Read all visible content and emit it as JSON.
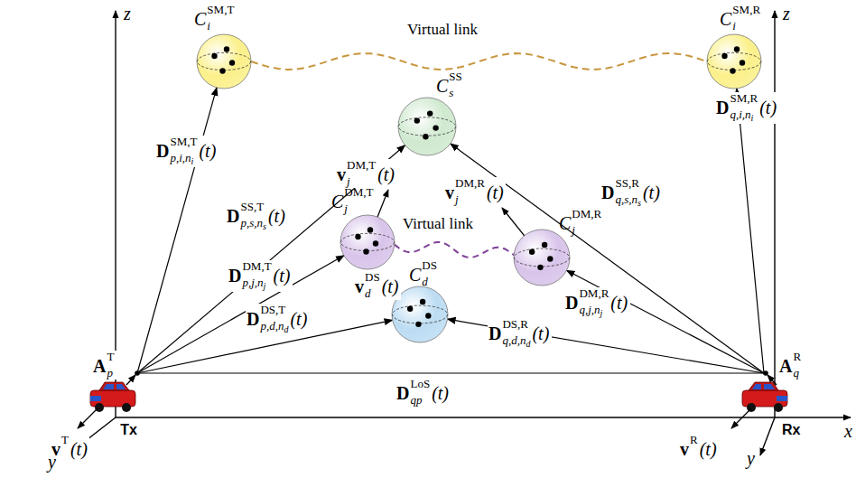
{
  "diagram": {
    "nodes": [
      {
        "text": [
          "C",
          "i",
          "SM,T"
        ]
      },
      {
        "text": [
          "C",
          "i",
          "SM,R"
        ]
      },
      {
        "text": [
          "C",
          "s",
          "SS"
        ]
      },
      {
        "text": [
          "C",
          "j",
          "DM,T"
        ]
      },
      {
        "text": [
          "C",
          "j",
          "DM,R"
        ]
      },
      {
        "text": [
          "C",
          "d",
          "DS"
        ]
      },
      {
        "text": [
          "Tx"
        ]
      },
      {
        "text": [
          "Rx"
        ]
      }
    ],
    "edges": [
      {
        "from": 6,
        "to": 0,
        "arrow": "to"
      },
      {
        "from": 6,
        "to": 2,
        "arrow": "to"
      },
      {
        "from": 6,
        "to": 3,
        "arrow": "to"
      },
      {
        "from": 6,
        "to": 5,
        "arrow": "to"
      },
      {
        "from": 7,
        "to": 1,
        "arrow": "to"
      },
      {
        "from": 7,
        "to": 2,
        "arrow": "to"
      },
      {
        "from": 7,
        "to": 4,
        "arrow": "to"
      },
      {
        "from": 7,
        "to": 5,
        "arrow": "to"
      },
      {
        "from": 6,
        "to": 7,
        "arrow": "none"
      },
      {
        "from": 0,
        "to": 1,
        "arrow": "none",
        "label": "Virtual link"
      },
      {
        "from": 3,
        "to": 4,
        "arrow": "none",
        "label": "Virtual link"
      }
    ],
    "labels": [
      "z",
      "z",
      "x",
      "y",
      "y",
      "A",
      "p",
      "T",
      "A",
      "q",
      "R",
      "D",
      "SM,T",
      "p,i,n",
      "i",
      "(t)",
      "D",
      "SS,T",
      "p,s,n",
      "s",
      "(t)",
      "v",
      "DM,T",
      "j",
      "(t)",
      "v",
      "DM,R",
      "j",
      "(t)",
      "D",
      "SS,R",
      "q,s,n",
      "s",
      "(t)",
      "D",
      "SM,R",
      "q,i,n",
      "i",
      "(t)",
      "D",
      "DM,T",
      "p,j,n",
      "j",
      "(t)",
      "D",
      "DM,R",
      "q,j,n",
      "j",
      "(t)",
      "v",
      "DS",
      "d",
      "(t)",
      "D",
      "DS,T",
      "p,d,n",
      "d",
      "(t)",
      "D",
      "DS,R",
      "q,d,n",
      "d",
      "(t)",
      "D",
      "LoS",
      "qp",
      "(t)",
      "v",
      "T",
      "(t)",
      "v",
      "R",
      "(t)"
    ]
  }
}
